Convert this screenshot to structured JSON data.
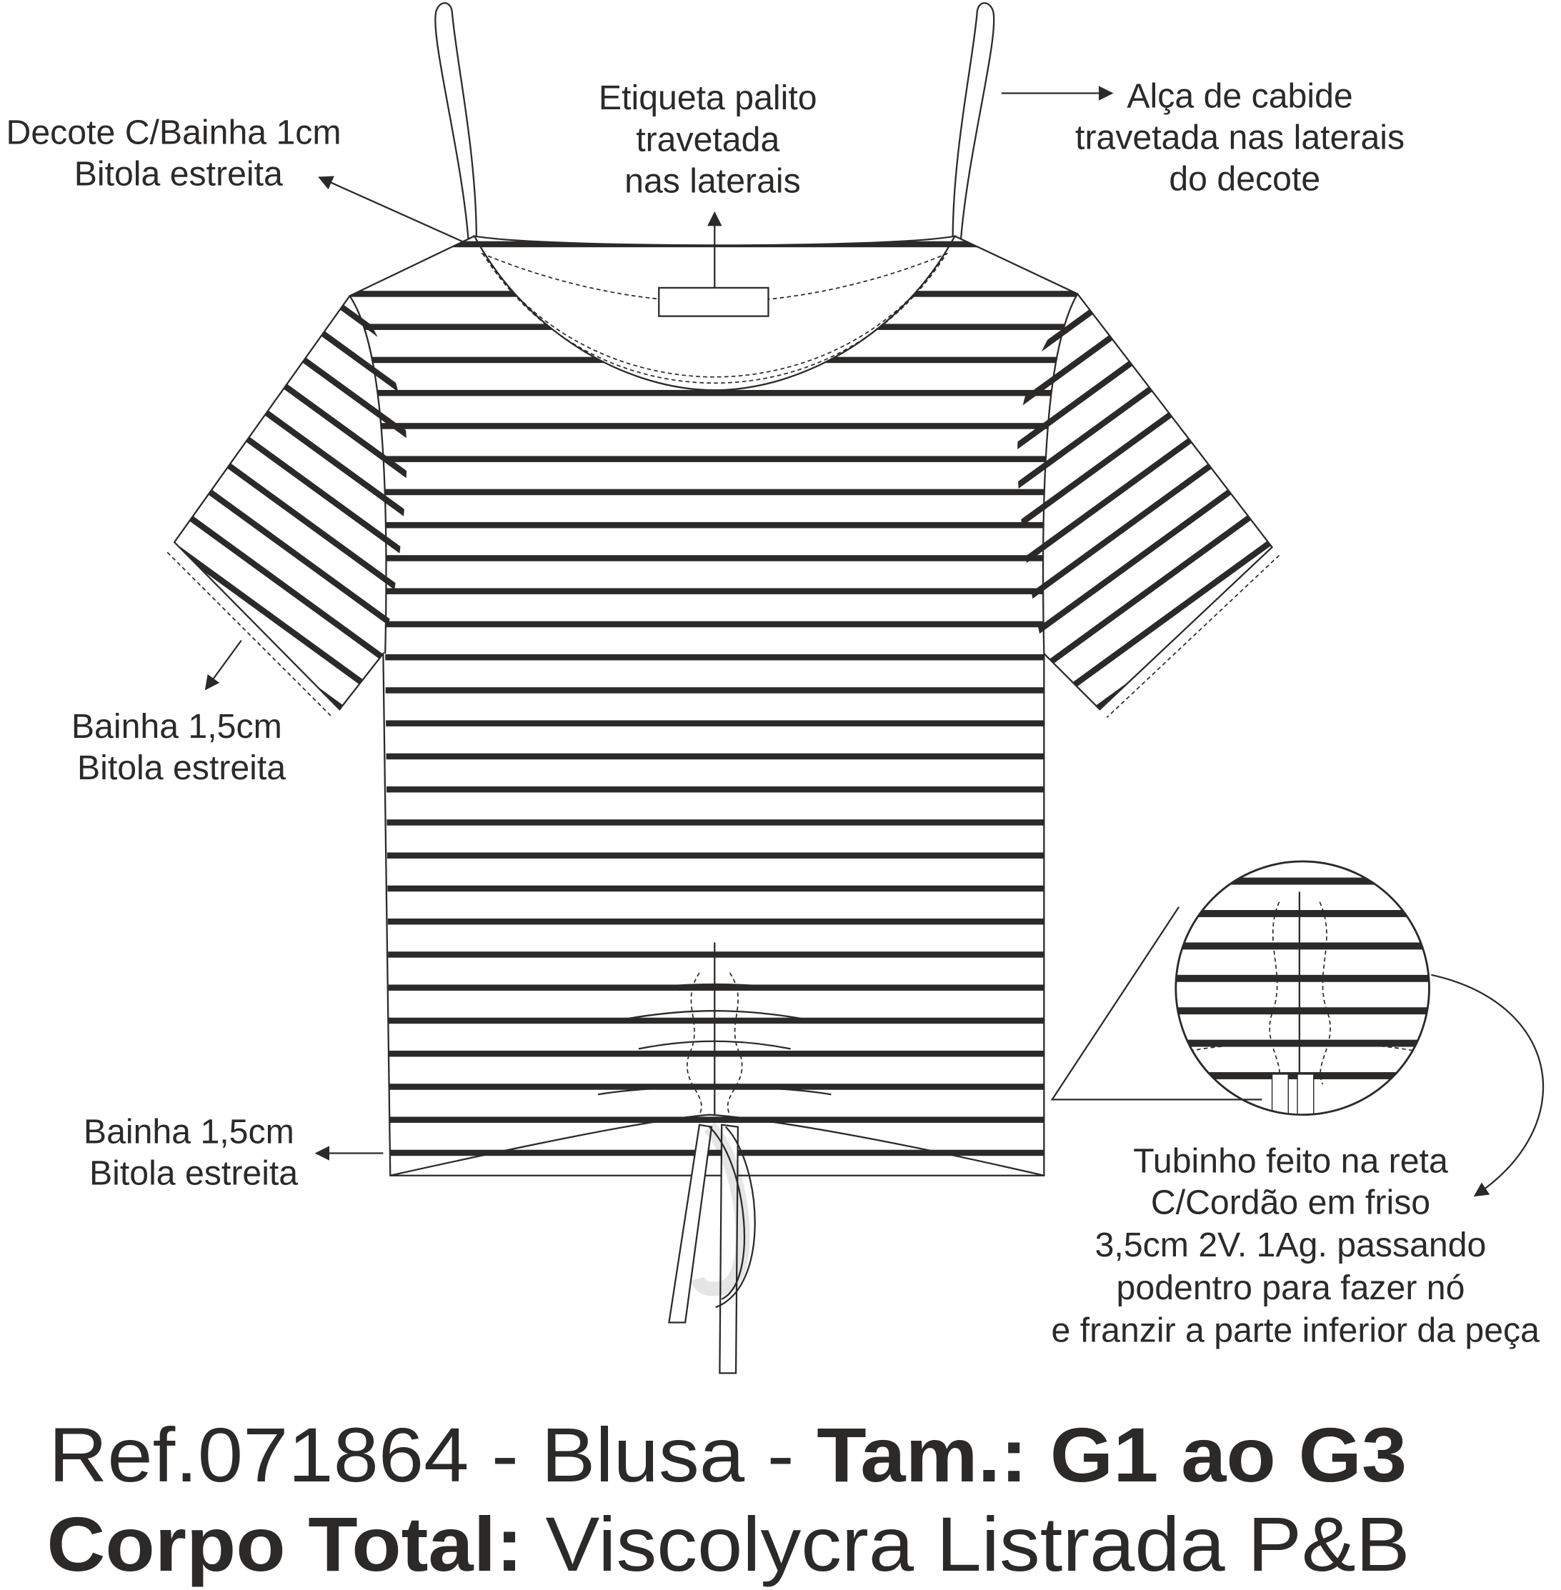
{
  "annotations": {
    "neckline": [
      "Decote C/Bainha 1cm",
      "Bitola estreita"
    ],
    "label": [
      "Etiqueta palito",
      "travetada",
      "nas laterais"
    ],
    "hanger_loop": [
      "Alça de cabide",
      "travetada nas laterais",
      "do decote"
    ],
    "sleeve_hem": [
      "Bainha 1,5cm",
      "Bitola estreita"
    ],
    "body_hem": [
      "Bainha 1,5cm",
      "Bitola estreita"
    ],
    "drawstring": [
      "Tubinho feito na reta",
      "C/Cordão em friso",
      "3,5cm 2V. 1Ag. passando",
      "podentro para fazer nó",
      "e franzir a parte inferior da peça"
    ]
  },
  "title": {
    "ref": "Ref.071864 - Blusa - ",
    "size": "Tam.: G1 ao G3",
    "fabric_label": "Corpo Total: ",
    "fabric": "Viscolycra Listrada P&B"
  },
  "colors": {
    "ink": "#2b2a29",
    "background": "#ffffff"
  }
}
